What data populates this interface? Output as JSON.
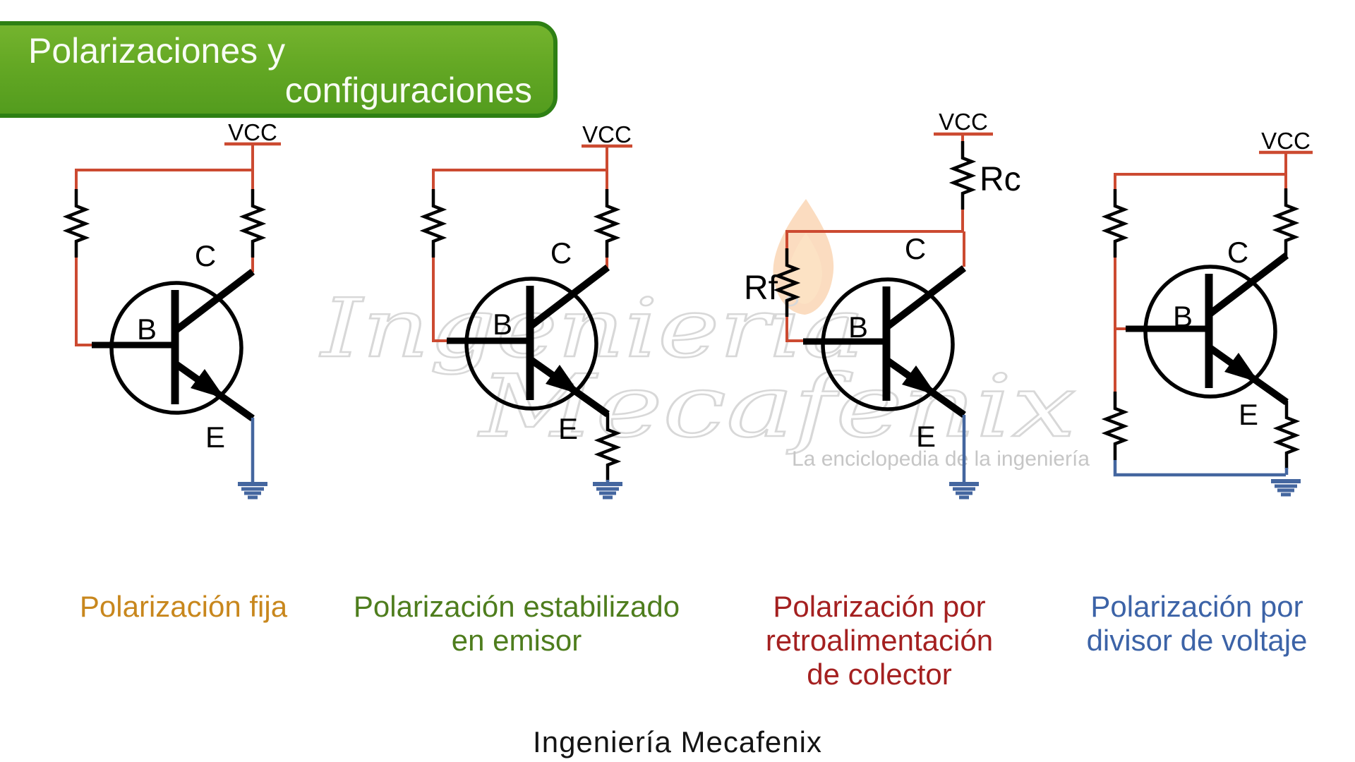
{
  "title": {
    "line1": "Polarizaciones y",
    "line2": "configuraciones"
  },
  "circuits": [
    {
      "vcc_label": "VCC",
      "labels": {
        "base": "B",
        "collector": "C",
        "emitter": "E"
      },
      "caption_lines": [
        "Polarización fija"
      ],
      "caption_color": "#c8871d"
    },
    {
      "vcc_label": "VCC",
      "labels": {
        "base": "B",
        "collector": "C",
        "emitter": "E"
      },
      "caption_lines": [
        "Polarización estabilizado",
        "en emisor"
      ],
      "caption_color": "#4e7d1d"
    },
    {
      "vcc_label": "VCC",
      "labels": {
        "base": "B",
        "collector": "C",
        "emitter": "E"
      },
      "resistor_labels": {
        "collector": "Rc",
        "feedback": "Rf"
      },
      "caption_lines": [
        "Polarización por",
        "retroalimentación",
        "de colector"
      ],
      "caption_color": "#a42020"
    },
    {
      "vcc_label": "VCC",
      "labels": {
        "base": "B",
        "collector": "C",
        "emitter": "E"
      },
      "caption_lines": [
        "Polarización por",
        "divisor de voltaje"
      ],
      "caption_color": "#3c63a7"
    }
  ],
  "watermark": {
    "word1": "Ingenieria",
    "word2": "Mecafenix",
    "subtitle": "La enciclopedia de la ingeniería"
  },
  "footer": {
    "text": "Ingeniería Mecafenix"
  },
  "colors": {
    "wire_red": "#cc4a31",
    "wire_blue": "#44669f",
    "component_black": "#000000",
    "title_gradient_top": "#74b42e",
    "title_gradient_bottom": "#539c1e",
    "title_border": "#2e8014",
    "caption_fija": "#c8871d",
    "caption_emisor": "#4e7d1d",
    "caption_colector": "#a42020",
    "caption_divisor": "#3c63a7",
    "watermark_gray": "#d8d8d8",
    "flame_orange": "#f6b173"
  }
}
